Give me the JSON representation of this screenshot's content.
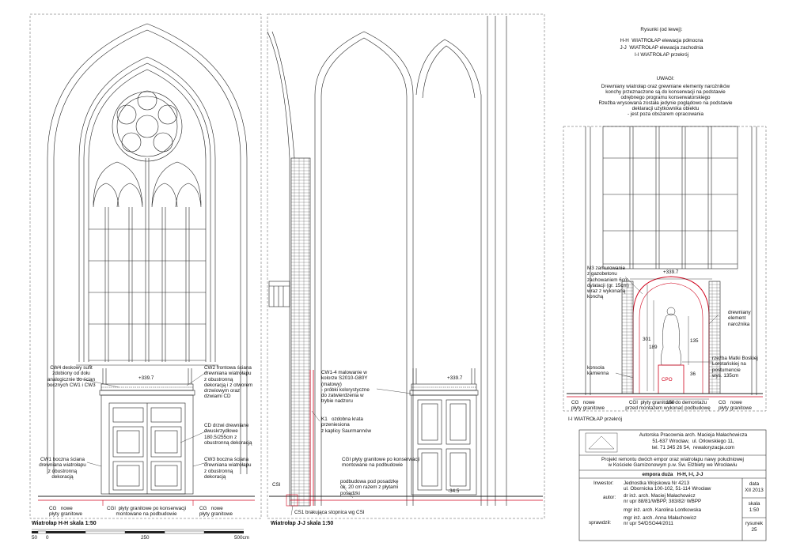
{
  "legend": {
    "heading": "Rysunki (od lewej):",
    "lines": [
      "H-H  WIATROŁAP elewacja północna",
      "J-J  WIATROŁAP elewacja zachodnia",
      "I-I WIATROŁAP przekrój"
    ]
  },
  "notes": {
    "heading": "UWAGI:",
    "lines": [
      "Drewniany wiatrołap oraz grewniane elementy narożników",
      "konchy przeznaczone są do konserwacji na podstawie",
      "odrębnego programu konserwatorskiego",
      "Rzeźba wrysowana została jedynie poglądowo na podstawie",
      "deklaracji użytkownika obiektu",
      "- jest poza obszarem opracowania"
    ]
  },
  "view_hh": {
    "level": "+339.7",
    "title": "Wiatrołap H-H   skala 1:50",
    "notes": {
      "cw4": "CW4 deskowy sufit\nzdobiony od dołu\nanalogicznie do ścian\nbocznych CW1 i CW3",
      "cw2": "CW2 frontowa ściana\ndrewniana wiatrołapu\nz obustronną\ndekoracją i z otworem\ndrzwiowym oraz\ndzwiami CD",
      "cd": "CD drzwi drewniane\ndwuskrzydłowe\n180.5/255cm z\nobustronną dekoracją",
      "cw3": "CW3 boczna ściana\ndrewniana wiatrołapu\nz obustronną\ndekoracją",
      "cw1": "CW1 boczna ściana\ndrewniana wiatrołapu\nz obustronną\ndekoracją",
      "cg_left": "CG   nowe\npłyty granitowe",
      "cgi": "CGI  płyty granitowe po konserwacji\nmontowane na podbudowie",
      "cg_right": "CG   nowe\npłyty granitowe"
    }
  },
  "scale_bar": {
    "ticks": [
      "50",
      "0",
      "250",
      "500cm"
    ]
  },
  "view_jj": {
    "level": "+339.7",
    "title": "Wiatrołap J-J   skala 1:50",
    "level_bottom": "-34.5",
    "notes": {
      "cw14": "CW1-4 malowanie w\nkolorze S2010-G80Y\n(matowy)\n- próbki kolorystyczne\ndo zatwierdzenia w\ntrybie nadzoru",
      "k1": "K1   ozdobna krata\nprzeniesiona\nz kaplicy Saurmannów",
      "cgi": "CGI płyty granitowe po konserwacji\nmontowane na podbudowie",
      "podbudowa": "podbudowa pod posadzkę\nok. 20 cm razem z płytami\nposadzki",
      "csi": "CSI",
      "cs1": "CS1 brakująca stopnica wg CSI"
    }
  },
  "view_ii": {
    "level": "+339.7",
    "title": "I-I WIATROŁAP przekrój",
    "notes": {
      "m3": "M3 zamurowanie\nz gazobetonu\nzachowaniem 6cm\ndylatacji (gr. 15cm)\nwraz z wykonaną\nkonchą",
      "drewniany": "drewniany\nelement\nnarożnika",
      "rzezba": "rzeźba Matki Boskiej\nLoretańskiej na\npostumencie\nwys. 135cm",
      "konsola": "konsola\nkamienna",
      "cpo": "CPO",
      "cg_left": "CG   nowe\npłyty granitowe",
      "cgi": "CGI  płyty granitowe do demontażu\nprzed montażem wykonać podbudowę",
      "cg_right": "CG   nowe\npłyty granitowe",
      "dim_150": "150",
      "dim_301": "301",
      "dim_189": "189",
      "dim_135": "135",
      "dim_36": "36"
    }
  },
  "title_block": {
    "office": "Autorska Pracownia arch. Macieja Małachowicza",
    "address1": "51-637 Wrocław,  ul. Orłowskiego 11,",
    "address2": "tel. 71 345 26 54,  rewaloryzacja.com",
    "project": "Projekt remontu dwóch empor oraz wiatrołapu nawy południowej\nw Kościele Garnizonowym p.w. Św. Elżbiety we Wrocławiu",
    "sheet_title": "empora duża   H-H, I-I, J-J",
    "investor_label": "Inwestor:",
    "investor": "Jednostka Wojskowa Nr 4213\nul. Obornicka 100-102, 51-114 Wrocław",
    "author_label": "autor:",
    "author": "dr inż. arch. Maciej Małachowicz\nnr upr 88/81/WBPP, 383/82/ WBPP",
    "author2": "mgr inż. arch. Karolina Lontkowska",
    "checked_label": "sprawdził:",
    "checked": "mgr inż. arch. Anna Małachowicz\nnr upr 54/DSO44/2011",
    "date_label": "data",
    "date": "XII 2013",
    "scale_label": "skala",
    "scale": "1:50",
    "drawing_label": "rysunek",
    "drawing": "25"
  },
  "colors": {
    "line": "#222222",
    "accent": "#d0021b",
    "dash": "#666666"
  }
}
